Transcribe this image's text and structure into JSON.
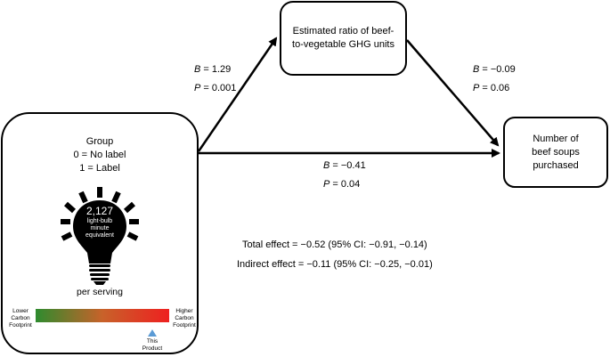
{
  "mediator": {
    "line1": "Estimated ratio of beef-",
    "line2": "to-vegetable GHG units"
  },
  "outcome": {
    "line1": "Number of",
    "line2": "beef soups",
    "line3": "purchased"
  },
  "predictor": {
    "title": "Group",
    "code0": "0 = No label",
    "code1": "1 = Label",
    "bulb_value": "2,127",
    "bulb_line1": "light-bulb",
    "bulb_line2": "minute",
    "bulb_line3": "equivalent",
    "per_serving": "per serving",
    "scale_low_1": "Lower",
    "scale_low_2": "Carbon",
    "scale_low_3": "Footprint",
    "scale_high_1": "Higher",
    "scale_high_2": "Carbon",
    "scale_high_3": "Footprint",
    "marker_1": "This",
    "marker_2": "Product",
    "gradient_colors": [
      "#2e8b2e",
      "#c8622a",
      "#ee2020"
    ],
    "marker_color": "#5b9bd5"
  },
  "paths": {
    "a": {
      "b_sym": "B",
      "b_val": " = 1.29",
      "p_sym": "P",
      "p_val": " = 0.001"
    },
    "b": {
      "b_sym": "B",
      "b_val": " = −0.09",
      "p_sym": "P",
      "p_val": " = 0.06"
    },
    "c": {
      "b_sym": "B",
      "b_val": " = −0.41",
      "p_sym": "P",
      "p_val": " = 0.04"
    }
  },
  "effects": {
    "total": "Total effect = −0.52 (95% CI: −0.91, −0.14)",
    "indirect": "Indirect effect = −0.11 (95% CI: −0.25, −0.01)"
  }
}
